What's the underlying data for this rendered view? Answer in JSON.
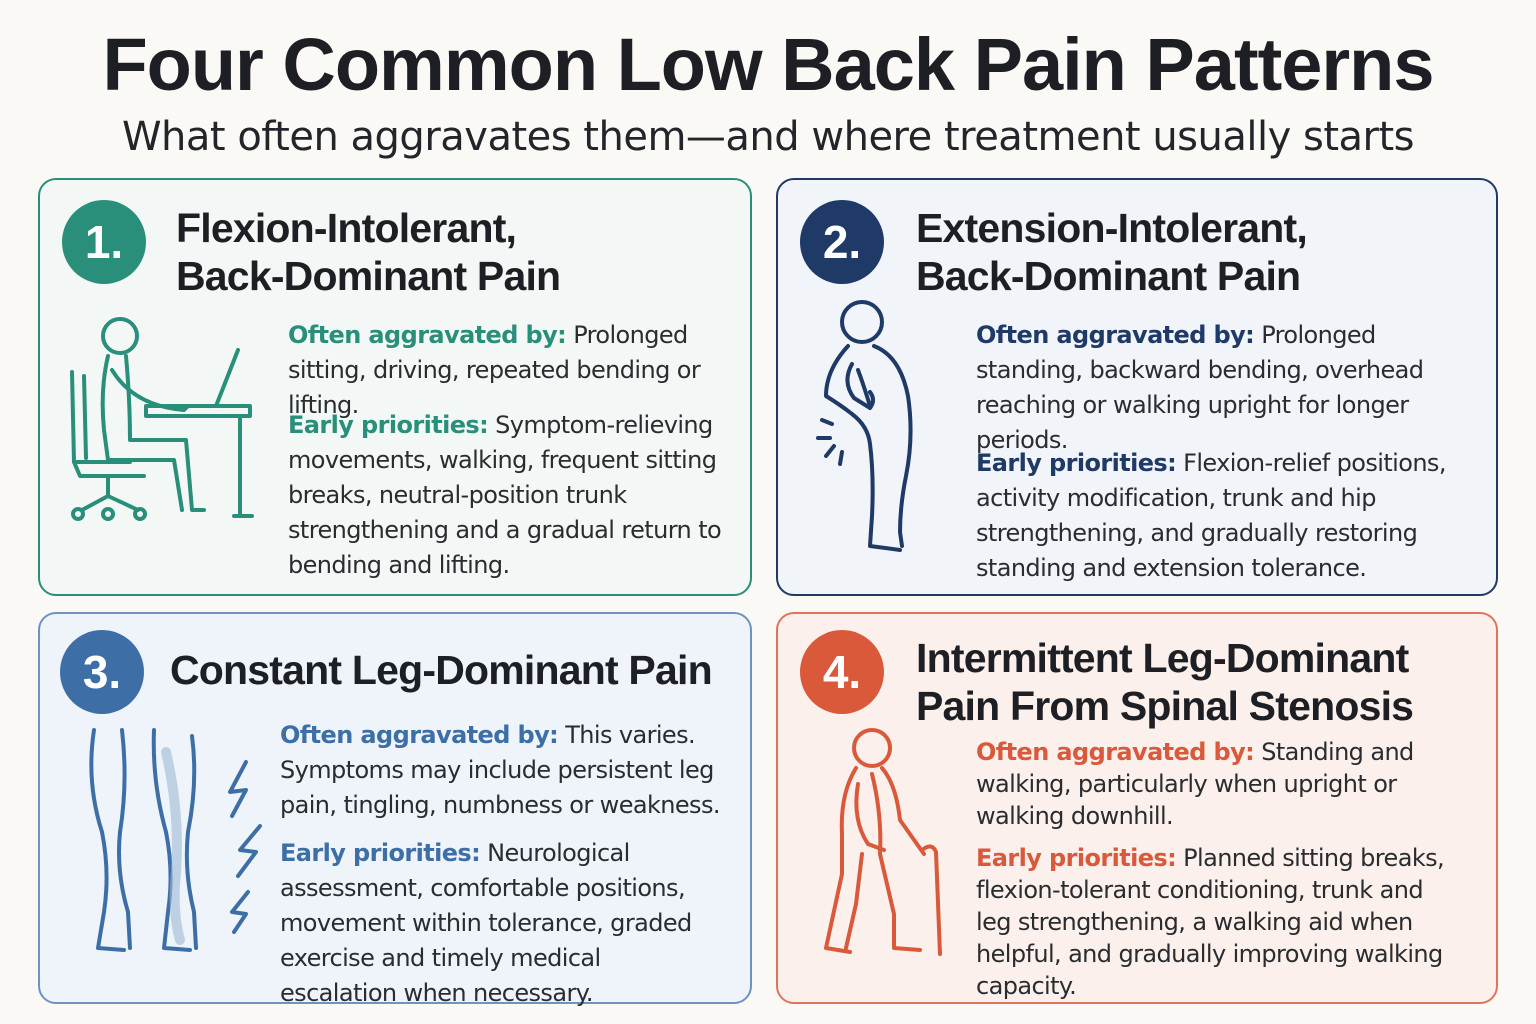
{
  "title": "Four Common Low Back Pain Patterns",
  "subtitle": "What often aggravates them—and where treatment usually starts",
  "colors": {
    "teal": "#2a8f7a",
    "navy": "#1f3a66",
    "blue": "#3d6fa6",
    "orange": "#d9593a"
  },
  "cards": [
    {
      "number": "1.",
      "heading_line1": "Flexion-Intolerant,",
      "heading_line2": "Back-Dominant Pain",
      "icon": "person-sitting-at-desk-icon",
      "aggravated_label": "Often aggravated by:",
      "aggravated_text": "Prolonged sitting, driving, repeated bending or lifting.",
      "priorities_label": "Early priorities:",
      "priorities_text": "Symptom-relieving movements, walking, frequent sitting breaks, neutral-position trunk strengthening and a gradual return to bending and lifting."
    },
    {
      "number": "2.",
      "heading_line1": "Extension-Intolerant,",
      "heading_line2": "Back-Dominant Pain",
      "icon": "person-holding-lower-back-icon",
      "aggravated_label": "Often aggravated by:",
      "aggravated_text": "Prolonged standing, backward bending, overhead reaching or walking upright for longer periods.",
      "priorities_label": "Early priorities:",
      "priorities_text": "Flexion-relief positions, activity modification, trunk and hip strengthening, and gradually restoring standing and extension tolerance."
    },
    {
      "number": "3.",
      "heading_line1": "Constant Leg-Dominant Pain",
      "heading_line2": "",
      "icon": "legs-with-nerve-pain-icon",
      "aggravated_label": "Often aggravated by:",
      "aggravated_text": "This varies. Symptoms may include persistent leg pain, tingling, numbness or weakness.",
      "priorities_label": "Early priorities:",
      "priorities_text": "Neurological assessment, comfortable positions, movement within tolerance, graded exercise and timely medical escalation when necessary."
    },
    {
      "number": "4.",
      "heading_line1": "Intermittent Leg-Dominant",
      "heading_line2": "Pain From Spinal Stenosis",
      "icon": "person-walking-with-cane-icon",
      "aggravated_label": "Often aggravated by:",
      "aggravated_text": "Standing and walking, particularly when upright or walking downhill.",
      "priorities_label": "Early priorities:",
      "priorities_text": "Planned sitting breaks, flexion-tolerant conditioning, trunk and leg strengthening, a walking aid when helpful, and gradually improving walking capacity."
    }
  ]
}
